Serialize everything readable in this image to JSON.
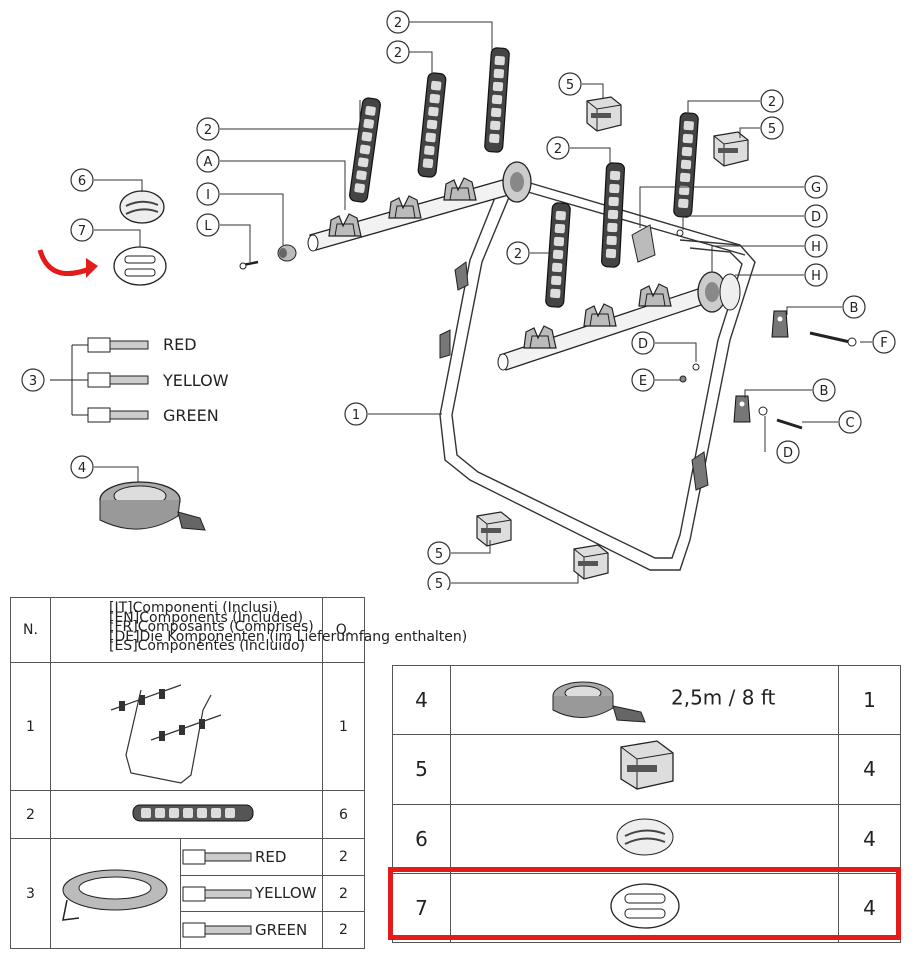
{
  "diagram": {
    "callouts": {
      "c2a": "2",
      "c2b": "2",
      "c2c": "2",
      "c2d": "2",
      "c2e": "2",
      "c2f": "2",
      "c5a": "5",
      "c5b": "5",
      "c5c": "5",
      "c5d": "5",
      "c6": "6",
      "c7": "7",
      "c3": "3",
      "c4": "4",
      "c1": "1",
      "cA": "A",
      "cI": "I",
      "cL": "L",
      "cG": "G",
      "cD1": "D",
      "cH1": "H",
      "cH2": "H",
      "cB1": "B",
      "cF": "F",
      "cD2": "D",
      "cE": "E",
      "cB2": "B",
      "cC": "C",
      "cD3": "D"
    },
    "strap_colors": [
      "RED",
      "YELLOW",
      "GREEN"
    ]
  },
  "table_left": {
    "header_n": "N.",
    "header_q": "Q.",
    "header_langs": [
      "[IT]Componenti (Inclusi)",
      "[EN]Components (Included)",
      "[FR]Composants (Comprises)",
      "[DE]Die Komponenten (im Lieferumfang enthalten)",
      "[ES]Componentes (Incluido)"
    ],
    "rows": [
      {
        "n": "1",
        "q": "1"
      },
      {
        "n": "2",
        "q": "6"
      },
      {
        "n": "3",
        "sub": [
          {
            "label": "RED",
            "q": "2"
          },
          {
            "label": "YELLOW",
            "q": "2"
          },
          {
            "label": "GREEN",
            "q": "2"
          }
        ]
      }
    ]
  },
  "table_right": {
    "rows": [
      {
        "n": "4",
        "label": "2,5m / 8 ft",
        "q": "1"
      },
      {
        "n": "5",
        "q": "4"
      },
      {
        "n": "6",
        "q": "4"
      },
      {
        "n": "7",
        "q": "4"
      }
    ],
    "highlight_color": "#e31b1b"
  }
}
